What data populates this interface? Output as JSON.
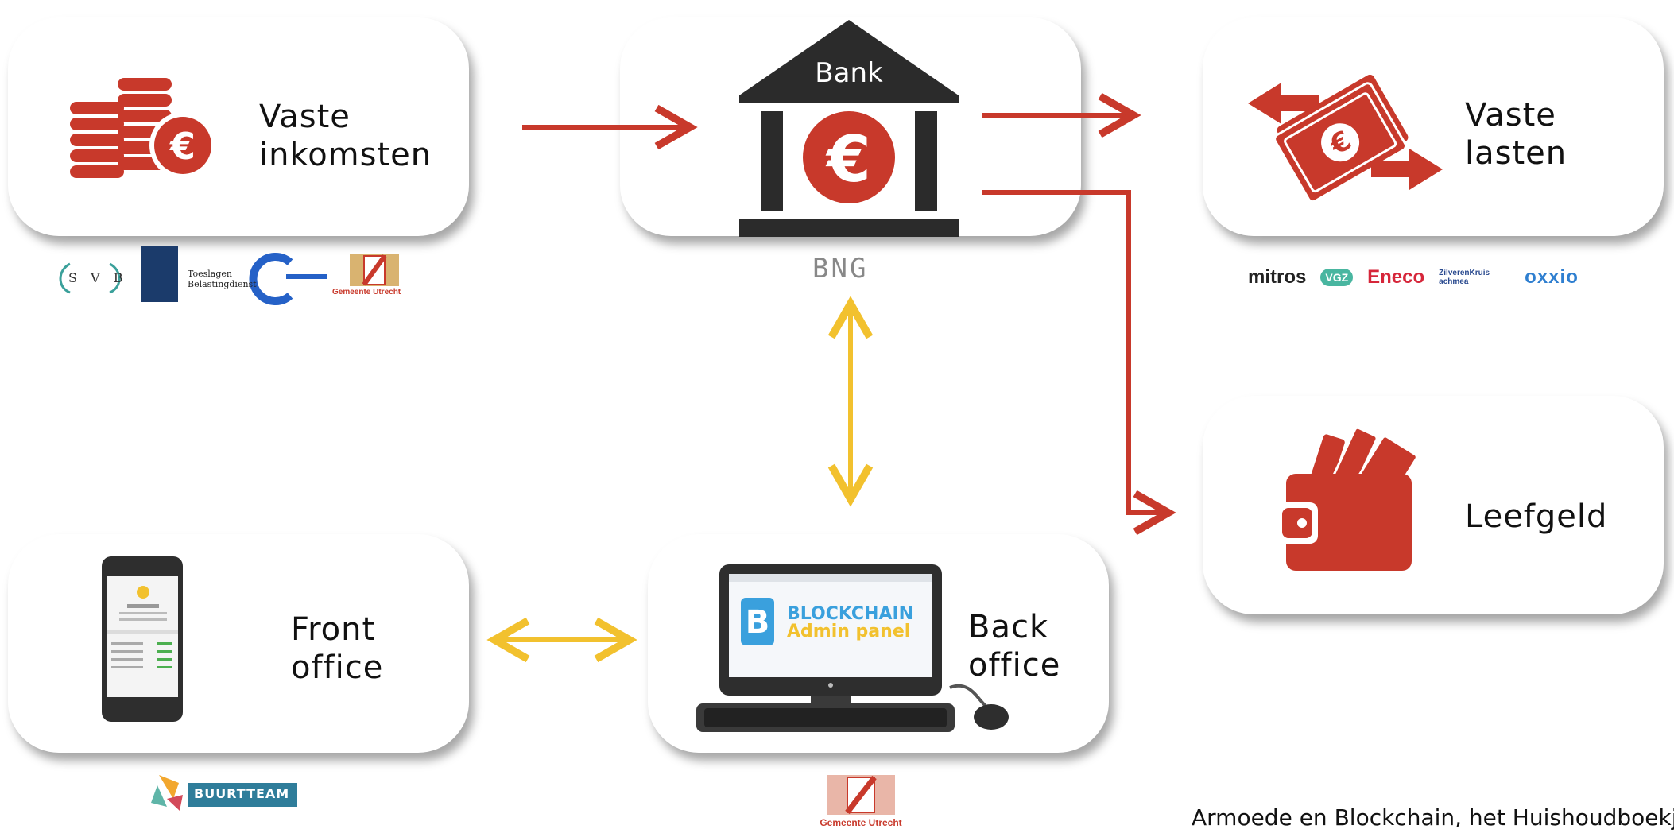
{
  "nodes": {
    "vaste_inkomsten": {
      "line1": "Vaste",
      "line2": "inkomsten"
    },
    "bank": {
      "roof_label": "Bank"
    },
    "vaste_lasten": {
      "line1": "Vaste",
      "line2": "lasten"
    },
    "leefgeld": {
      "label": "Leefgeld"
    },
    "front_office": {
      "line1": "Front",
      "line2": "office"
    },
    "back_office": {
      "line1": "Back",
      "line2": "office"
    }
  },
  "screen": {
    "title_line1": "BLOCKCHAIN",
    "title_line2": "Admin panel"
  },
  "logos": {
    "income": [
      "S V B",
      "Toeslagen Belastingdienst",
      "Gemeente Utrecht"
    ],
    "bank": "BNG",
    "costs": [
      "mitros",
      "VGZ",
      "Eneco",
      "ZilverenKruis achmea",
      "oxxio"
    ],
    "front": "BUURTTEAM",
    "back": "Gemeente Utrecht"
  },
  "footer": "Armoede en Blockchain, het Huishoudboekj",
  "colors": {
    "red": "#c8392b",
    "yellow": "#f2c12e",
    "dark": "#2b2b2b"
  }
}
